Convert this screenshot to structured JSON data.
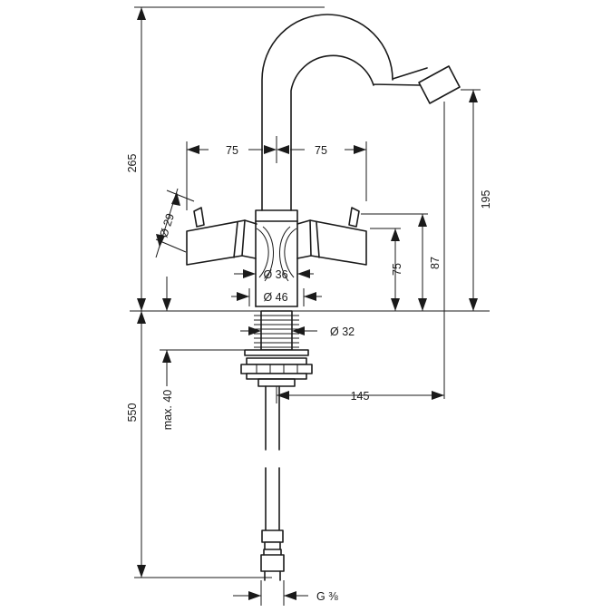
{
  "dimensions": {
    "height_total": "265",
    "spout_height": "195",
    "handle_spacing_left": "75",
    "handle_spacing_right": "75",
    "handle_diameter": "Ø 29",
    "body_upper_diameter": "Ø 36",
    "body_base_diameter": "Ø 46",
    "shank_diameter": "Ø 32",
    "handle_height": "75",
    "body_height": "87",
    "spout_reach": "145",
    "max_counter_thickness": "max. 40",
    "hose_length": "550",
    "connection_thread": "G ⅜"
  },
  "colors": {
    "line": "#1a1a1a",
    "background": "#ffffff"
  }
}
